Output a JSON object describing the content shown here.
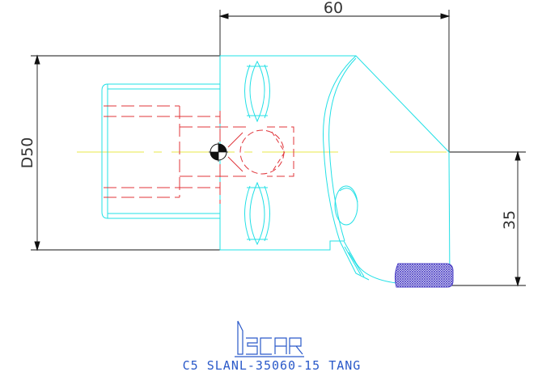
{
  "drawing": {
    "dimensions": {
      "width_label": "60",
      "diameter_label": "D50",
      "height_label": "35"
    },
    "logo": {
      "text": "iscar"
    },
    "caption": "C5 SLANL-35060-15 TANG",
    "colors": {
      "outline": "#22e0e6",
      "hidden_lines": "#e0343a",
      "centerline": "#e8e84a",
      "dimension": "#111111",
      "hatch": "#4a3ec4",
      "logo": "#2a59c9"
    }
  }
}
